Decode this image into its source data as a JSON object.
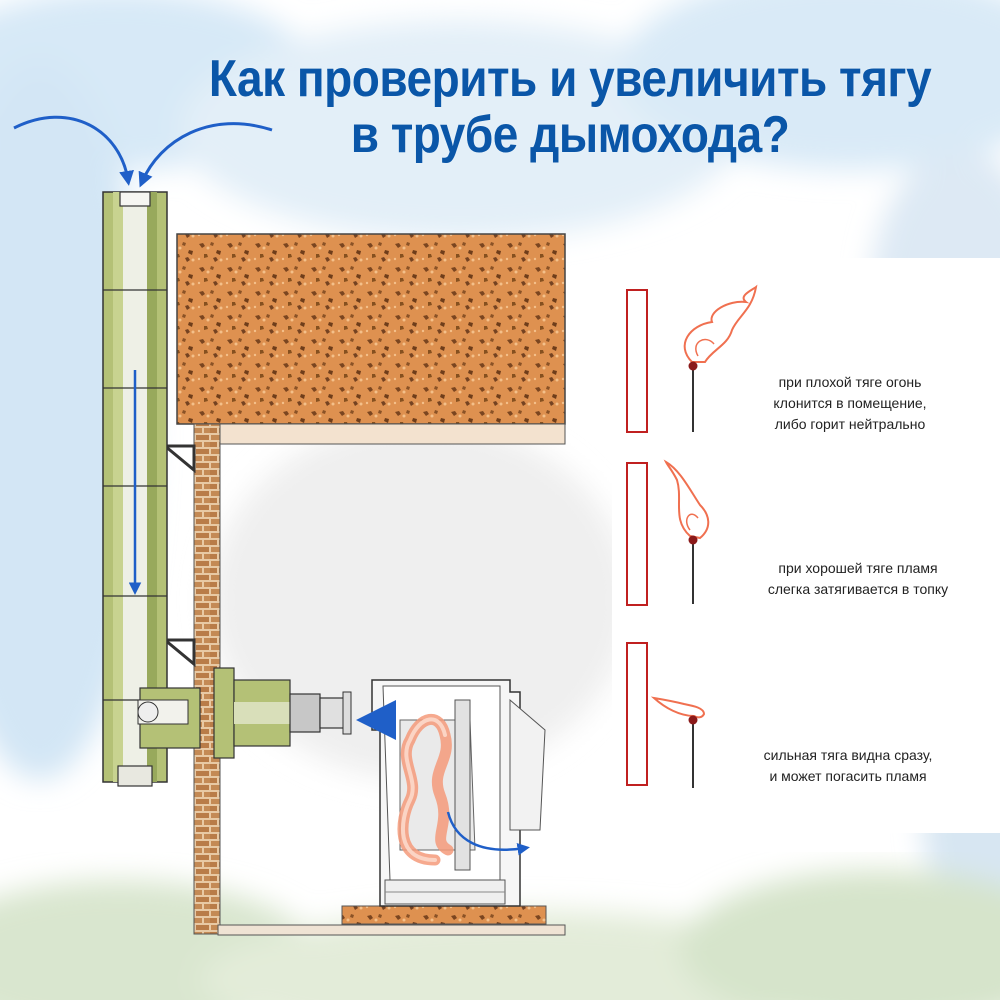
{
  "title": {
    "line1": "Как проверить и увеличить тягу",
    "line2": "в трубе дымохода?"
  },
  "captions": [
    {
      "line1": "при плохой тяге огонь",
      "line2": "клонится в помещение,",
      "line3": "либо горит нейтрально"
    },
    {
      "line1": "при хорошей тяге пламя",
      "line2": "слегка затягивается в топку"
    },
    {
      "line1": "сильная тяга видна сразу,",
      "line2": "и может погасить пламя"
    }
  ],
  "colors": {
    "title": "#0a56a8",
    "arrow": "#1f5fc8",
    "flame": "#f07050",
    "pipe_green": "#a8b86a",
    "wall_orange": "#d98a4a",
    "brick": "#c8935c",
    "frame_red": "#c02020",
    "sky": "#dcebf7"
  }
}
